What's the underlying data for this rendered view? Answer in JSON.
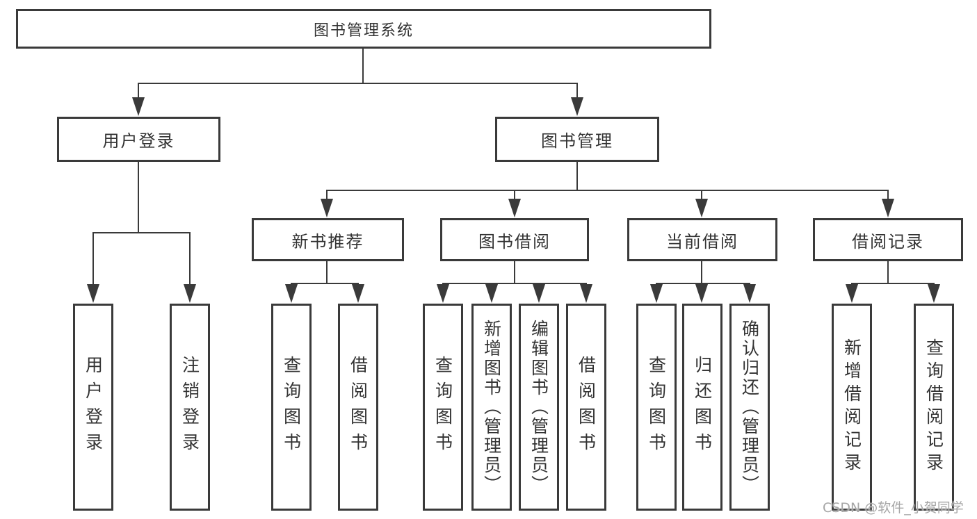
{
  "diagram": {
    "root": {
      "label": "图书管理系统"
    },
    "branches": [
      {
        "label": "用户登录",
        "children": [
          {
            "label": "用户登录"
          },
          {
            "label": "注销登录"
          }
        ]
      },
      {
        "label": "图书管理",
        "children": [
          {
            "label": "新书推荐",
            "children": [
              {
                "label": "查询图书"
              },
              {
                "label": "借阅图书"
              }
            ]
          },
          {
            "label": "图书借阅",
            "children": [
              {
                "label": "查询图书"
              },
              {
                "label": "新增图书（管理员）"
              },
              {
                "label": "编辑图书（管理员）"
              },
              {
                "label": "借阅图书"
              }
            ]
          },
          {
            "label": "当前借阅",
            "children": [
              {
                "label": "查询图书"
              },
              {
                "label": "归还图书"
              },
              {
                "label": "确认归还（管理员）"
              }
            ]
          },
          {
            "label": "借阅记录",
            "children": [
              {
                "label": "新增借阅记录"
              },
              {
                "label": "查询借阅记录"
              }
            ]
          }
        ]
      }
    ]
  },
  "watermark": {
    "text": "CSDN @软件_小贺同学"
  },
  "colors": {
    "line": "#3a3a3a",
    "text": "#333333",
    "background": "#ffffff",
    "watermark": "#a6a6a6"
  }
}
